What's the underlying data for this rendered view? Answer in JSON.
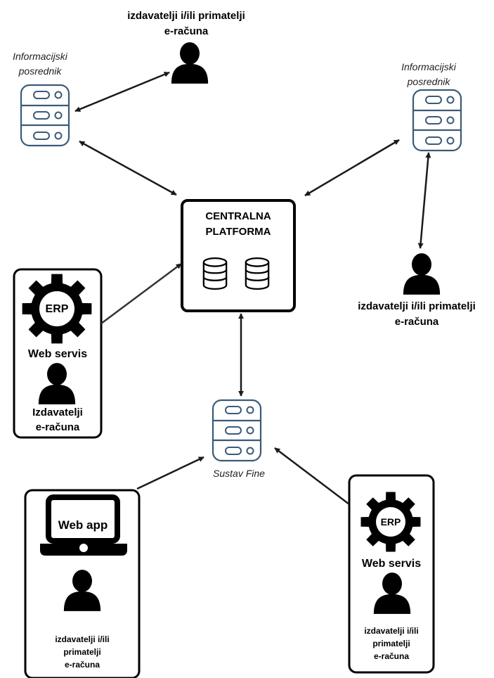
{
  "colors": {
    "server_stroke": "#3b5a78",
    "line": "#1a1a1a",
    "background": "#ffffff"
  },
  "top_user": {
    "line1": "izdavatelji i/ili primatelji",
    "line2": "e-računa"
  },
  "info_left": {
    "line1": "Informacijski",
    "line2": "posrednik"
  },
  "info_right": {
    "line1": "Informacijski",
    "line2": "posrednik"
  },
  "central": {
    "line1": "CENTRALNA",
    "line2": "PLATFORMA"
  },
  "right_user": {
    "line1": "izdavatelji i/ili primatelji",
    "line2": "e-računa"
  },
  "erp_left": {
    "erp": "ERP",
    "service": "Web servis",
    "user_line1": "Izdavatelji",
    "user_line2": "e-računa"
  },
  "fina": {
    "label": "Sustav Fine"
  },
  "webapp": {
    "screen": "Web app",
    "line1": "izdavatelji i/ili",
    "line2": "primatelji",
    "line3": "e-računa"
  },
  "erp_right": {
    "erp": "ERP",
    "service": "Web servis",
    "line1": "izdavatelji i/ili",
    "line2": "primatelji",
    "line3": "e-računa"
  }
}
